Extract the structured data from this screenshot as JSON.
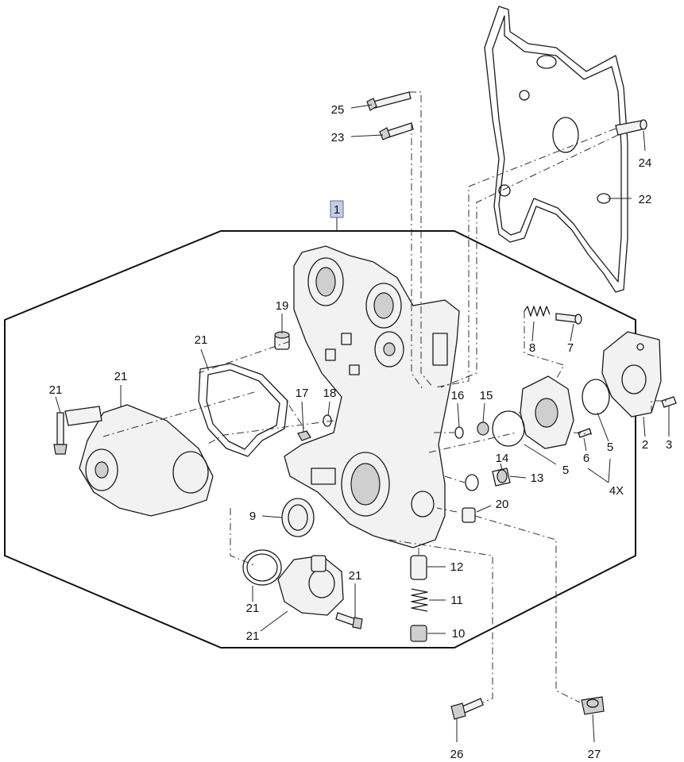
{
  "diagram": {
    "assembly_label": "1",
    "labels": {
      "l2": "2",
      "l3": "3",
      "l4x": "4X",
      "l5a": "5",
      "l5b": "5",
      "l6": "6",
      "l7": "7",
      "l8": "8",
      "l9": "9",
      "l10": "10",
      "l11": "11",
      "l12": "12",
      "l13": "13",
      "l14": "14",
      "l15": "15",
      "l16": "16",
      "l17": "17",
      "l18": "18",
      "l19": "19",
      "l20": "20",
      "l21a": "21",
      "l21b": "21",
      "l21c": "21",
      "l21d": "21",
      "l21e": "21",
      "l21f": "21",
      "l22": "22",
      "l23": "23",
      "l24": "24",
      "l25": "25",
      "l26": "26",
      "l27": "27"
    }
  }
}
